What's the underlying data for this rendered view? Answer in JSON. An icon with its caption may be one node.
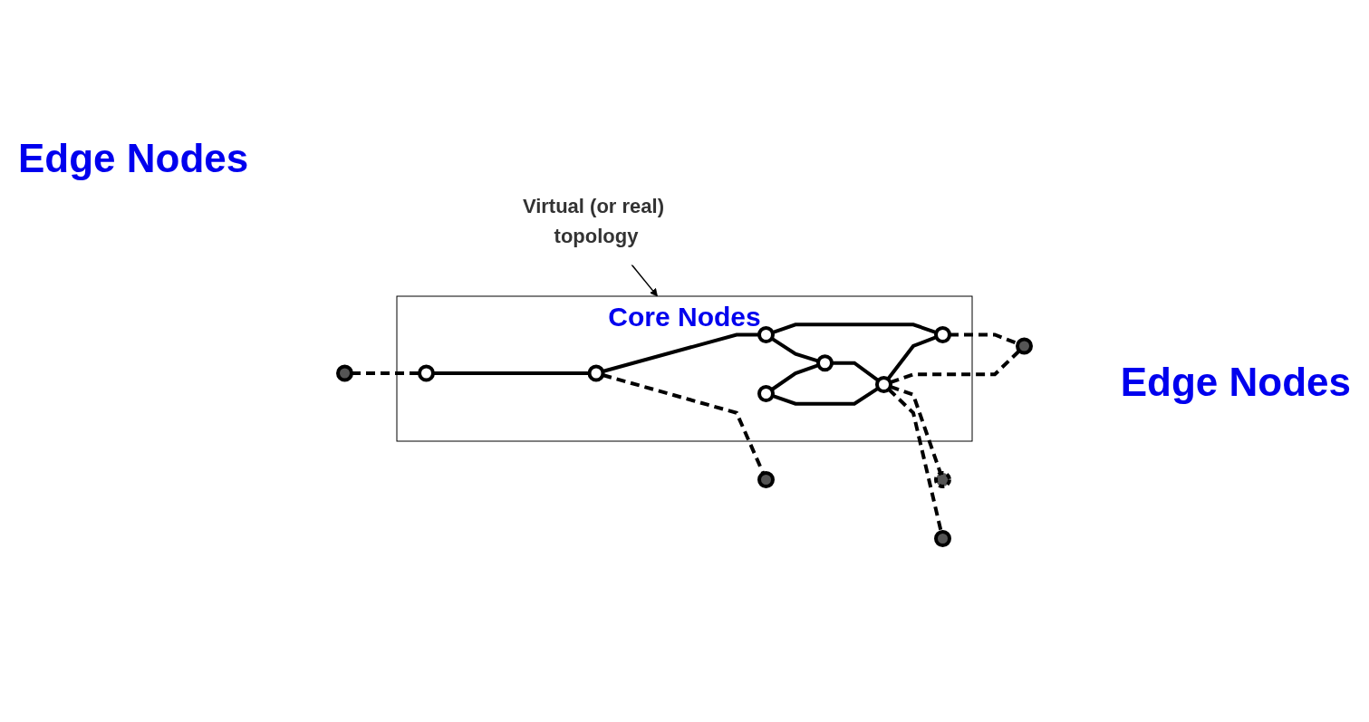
{
  "diagram": {
    "nodes": [
      {
        "text": [
          "Core Nodes"
        ]
      },
      {
        "text": [],
        "shape": "circle",
        "in": 0
      },
      {
        "text": [],
        "shape": "circle",
        "in": 0
      },
      {
        "text": [],
        "shape": "circle",
        "in": 0
      },
      {
        "text": [],
        "shape": "circle",
        "in": 0
      },
      {
        "text": [],
        "shape": "circle",
        "in": 0
      },
      {
        "text": [],
        "shape": "circle",
        "in": 0
      },
      {
        "text": [],
        "shape": "circle",
        "in": 0
      },
      {
        "text": [],
        "shape": "circle"
      },
      {
        "text": [],
        "shape": "circle"
      },
      {
        "text": [],
        "shape": "circle"
      },
      {
        "text": [],
        "shape": "circle"
      },
      {
        "text": [],
        "shape": "circle"
      },
      {
        "text": [
          "Virtual (or real) topology"
        ]
      }
    ],
    "edges": [
      {
        "from": 1,
        "to": 3,
        "arrow": "none"
      },
      {
        "from": 1,
        "to": 4,
        "arrow": "none"
      },
      {
        "from": 2,
        "to": 6,
        "arrow": "none"
      },
      {
        "from": 6,
        "to": 5,
        "arrow": "none"
      },
      {
        "from": 5,
        "to": 4,
        "arrow": "none"
      },
      {
        "from": 4,
        "to": 3,
        "arrow": "none"
      },
      {
        "from": 3,
        "to": 7,
        "arrow": "none"
      },
      {
        "from": 5,
        "to": 7,
        "arrow": "none"
      },
      {
        "from": 9,
        "to": 2,
        "arrow": "none",
        "style": "dashed"
      },
      {
        "from": 6,
        "to": 11,
        "arrow": "none",
        "style": "dashed"
      },
      {
        "from": 3,
        "to": 8,
        "arrow": "none",
        "style": "dashed"
      },
      {
        "from": 3,
        "to": 10,
        "arrow": "none",
        "style": "dashed"
      },
      {
        "from": 3,
        "to": 12,
        "arrow": "none",
        "style": "dashed"
      },
      {
        "from": 7,
        "to": 12,
        "arrow": "none",
        "style": "dashed"
      },
      {
        "from": 13,
        "to": 0,
        "arrow": "to"
      }
    ],
    "labels": [
      "Edge Nodes",
      "Edge Nodes"
    ]
  }
}
